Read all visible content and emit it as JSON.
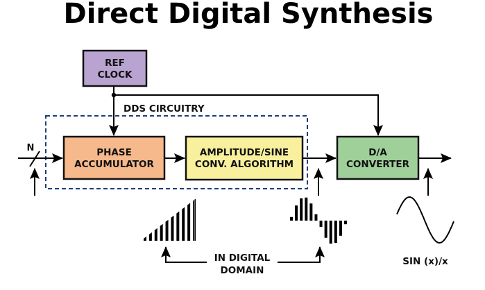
{
  "title": "Direct Digital Synthesis",
  "blocks": {
    "ref_clock": {
      "line1": "REF",
      "line2": "CLOCK",
      "color": "#b9a3d0"
    },
    "phase_accumulator": {
      "line1": "PHASE",
      "line2": "ACCUMULATOR",
      "color": "#f6b98c"
    },
    "amplitude_sine": {
      "line1": "AMPLITUDE/SINE",
      "line2": "CONV. ALGORITHM",
      "color": "#f8f09c"
    },
    "da_converter": {
      "line1": "D/A",
      "line2": "CONVERTER",
      "color": "#9fd09a"
    }
  },
  "dds_circuitry": {
    "label": "DDS CIRCUITRY",
    "border_color": "#1e3e7a"
  },
  "input": {
    "bus_label": "N"
  },
  "digital_domain": {
    "line1": "IN DIGITAL",
    "line2": "DOMAIN"
  },
  "output_waveform": {
    "label": "SIN (x)/x"
  }
}
